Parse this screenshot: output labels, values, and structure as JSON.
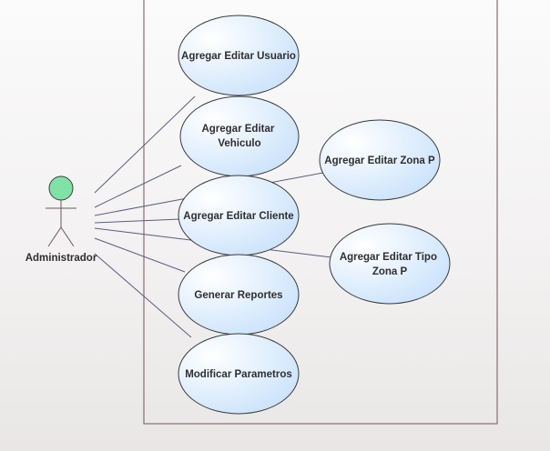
{
  "diagram": {
    "actor": {
      "name": "Administrador"
    },
    "use_cases": [
      {
        "id": "uc1",
        "label_lines": [
          "Agregar Editar Usuario"
        ]
      },
      {
        "id": "uc2",
        "label_lines": [
          "Agregar Editar",
          "Vehiculo"
        ]
      },
      {
        "id": "uc3",
        "label_lines": [
          "Agregar Editar Cliente"
        ]
      },
      {
        "id": "uc4",
        "label_lines": [
          "Generar Reportes"
        ]
      },
      {
        "id": "uc5",
        "label_lines": [
          "Modificar Parametros"
        ]
      },
      {
        "id": "uc6",
        "label_lines": [
          "Agregar Editar Zona P"
        ]
      },
      {
        "id": "uc7",
        "label_lines": [
          "Agregar Editar Tipo",
          "Zona P"
        ]
      }
    ],
    "colors": {
      "use_case_fill_light": "#ffffff",
      "use_case_fill_dark": "#c9e2fb",
      "use_case_stroke": "#3a3a3a",
      "association_line": "#5c5f7f",
      "boundary_stroke": "#8a6f6f",
      "actor_head_fill": "#7fe3a6",
      "actor_head_stroke": "#3f3f3f",
      "actor_body_stroke": "#6a5a5a",
      "label_text": "#2f2f2f"
    }
  }
}
